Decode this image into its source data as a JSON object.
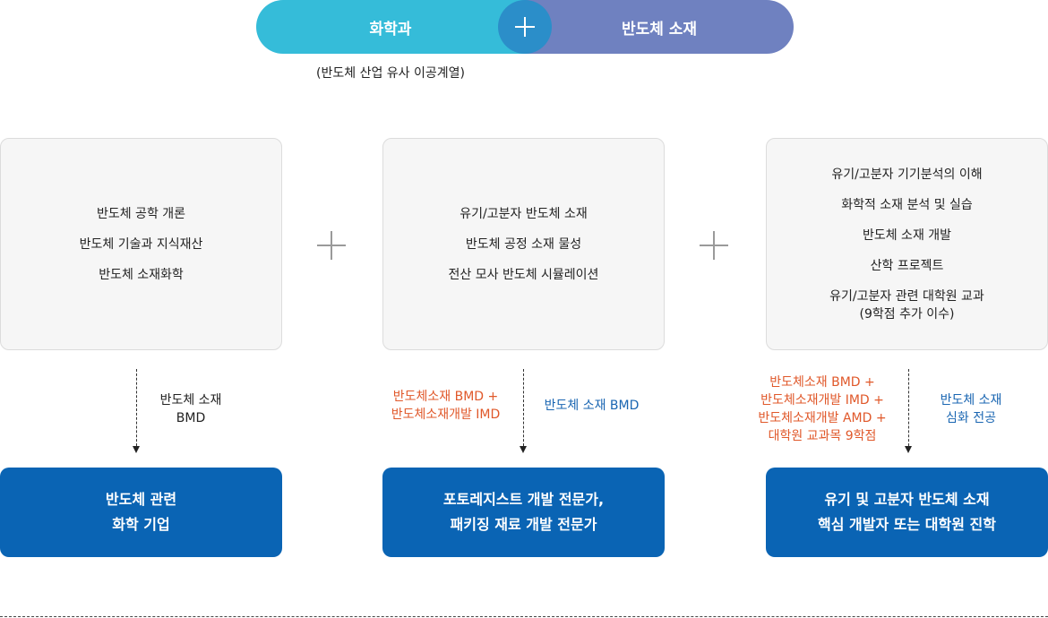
{
  "header": {
    "left_label": "화학과",
    "right_label": "반도체 소재",
    "subtitle": "(반도체 산업 유사 이공계열)",
    "colors": {
      "left": "#35bcd9",
      "right": "#6f81c0",
      "plus": "#2b8ec9"
    }
  },
  "cards": [
    {
      "lines": [
        "반도체 공학 개론",
        "반도체 기술과 지식재산",
        "반도체 소재화학"
      ]
    },
    {
      "lines": [
        "유기/고분자 반도체 소재",
        "반도체 공정 소재 물성",
        "전산 모사 반도체 시뮬레이션"
      ]
    },
    {
      "lines": [
        "유기/고분자 기기분석의 이해",
        "화학적 소재 분석 및 실습",
        "반도체 소재 개발",
        "산학 프로젝트",
        "유기/고분자 관련 대학원 교과\n(9학점 추가 이수)"
      ]
    }
  ],
  "tracks": [
    {
      "left_label": "",
      "right_label": "반도체 소재\nBMD"
    },
    {
      "left_label": "반도체소재 BMD +\n반도체소재개발 IMD",
      "right_label": "반도체 소재 BMD"
    },
    {
      "left_label": "반도체소재 BMD +\n반도체소재개발 IMD +\n반도체소재개발 AMD +\n대학원 교과목 9학점",
      "right_label": "반도체 소재\n심화 전공"
    }
  ],
  "results": [
    {
      "lines": [
        "반도체 관련",
        "화학 기업"
      ]
    },
    {
      "lines": [
        "포토레지스트 개발 전문가,",
        "패키징 재료 개발 전문가"
      ]
    },
    {
      "lines": [
        "유기 및 고분자 반도체 소재",
        "핵심 개발자 또는 대학원 진학"
      ]
    }
  ],
  "colors": {
    "result_bg": "#0a64b4",
    "orange_text": "#e0582a",
    "blue_text": "#1a66b2"
  }
}
